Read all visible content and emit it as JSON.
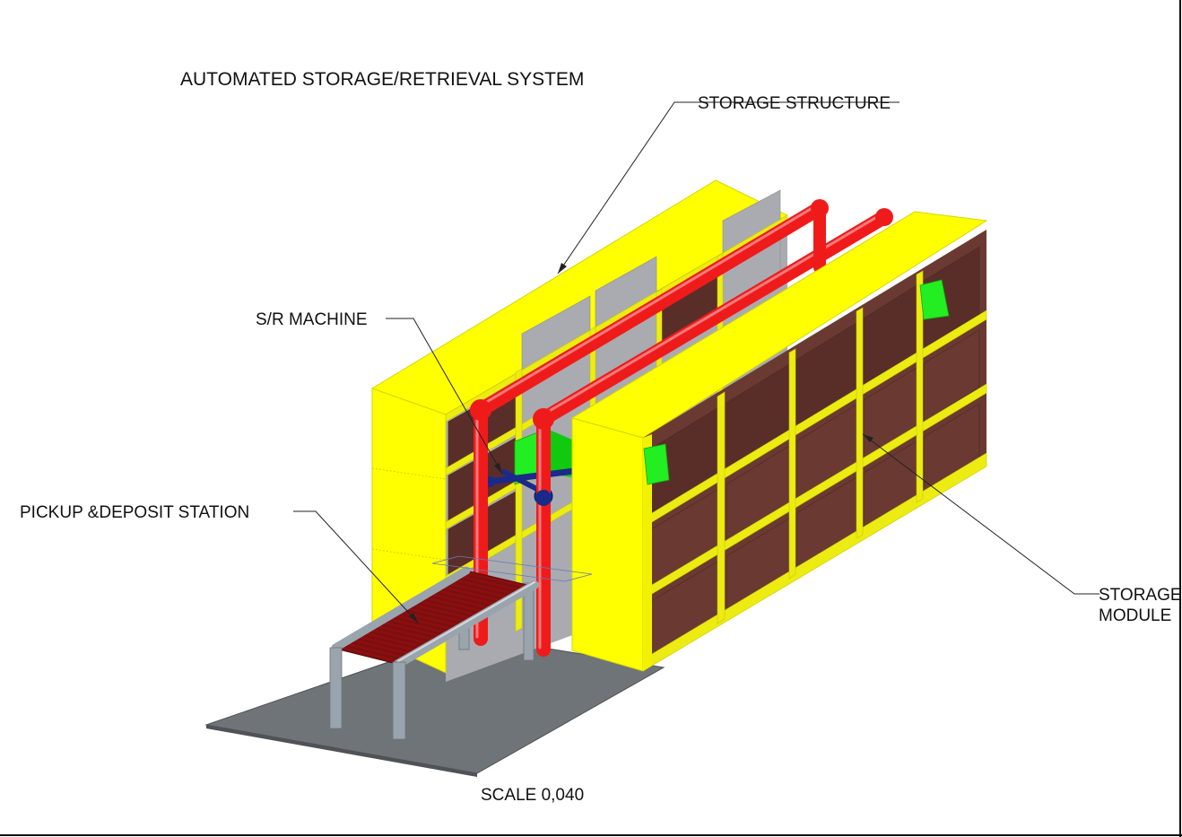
{
  "title": "AUTOMATED STORAGE/RETRIEVAL SYSTEM",
  "labels": {
    "storage_structure": "STORAGE STRUCTURE",
    "sr_machine": "S/R MACHINE",
    "pickup_deposit": "PICKUP   &DEPOSIT  STATION",
    "storage_module_1": "STORAGE",
    "storage_module_2": "MODULE"
  },
  "scale": "SCALE  0,040",
  "colors": {
    "structure": "#ffff00",
    "cells": "#6a3a32",
    "machine": "#ef1b1b",
    "carriage": "#1a2a8a",
    "module": "#22ee22",
    "floor": "#6f7478",
    "conveyor_frame": "#9aa4ad",
    "rollers": "#8b0f0f"
  }
}
